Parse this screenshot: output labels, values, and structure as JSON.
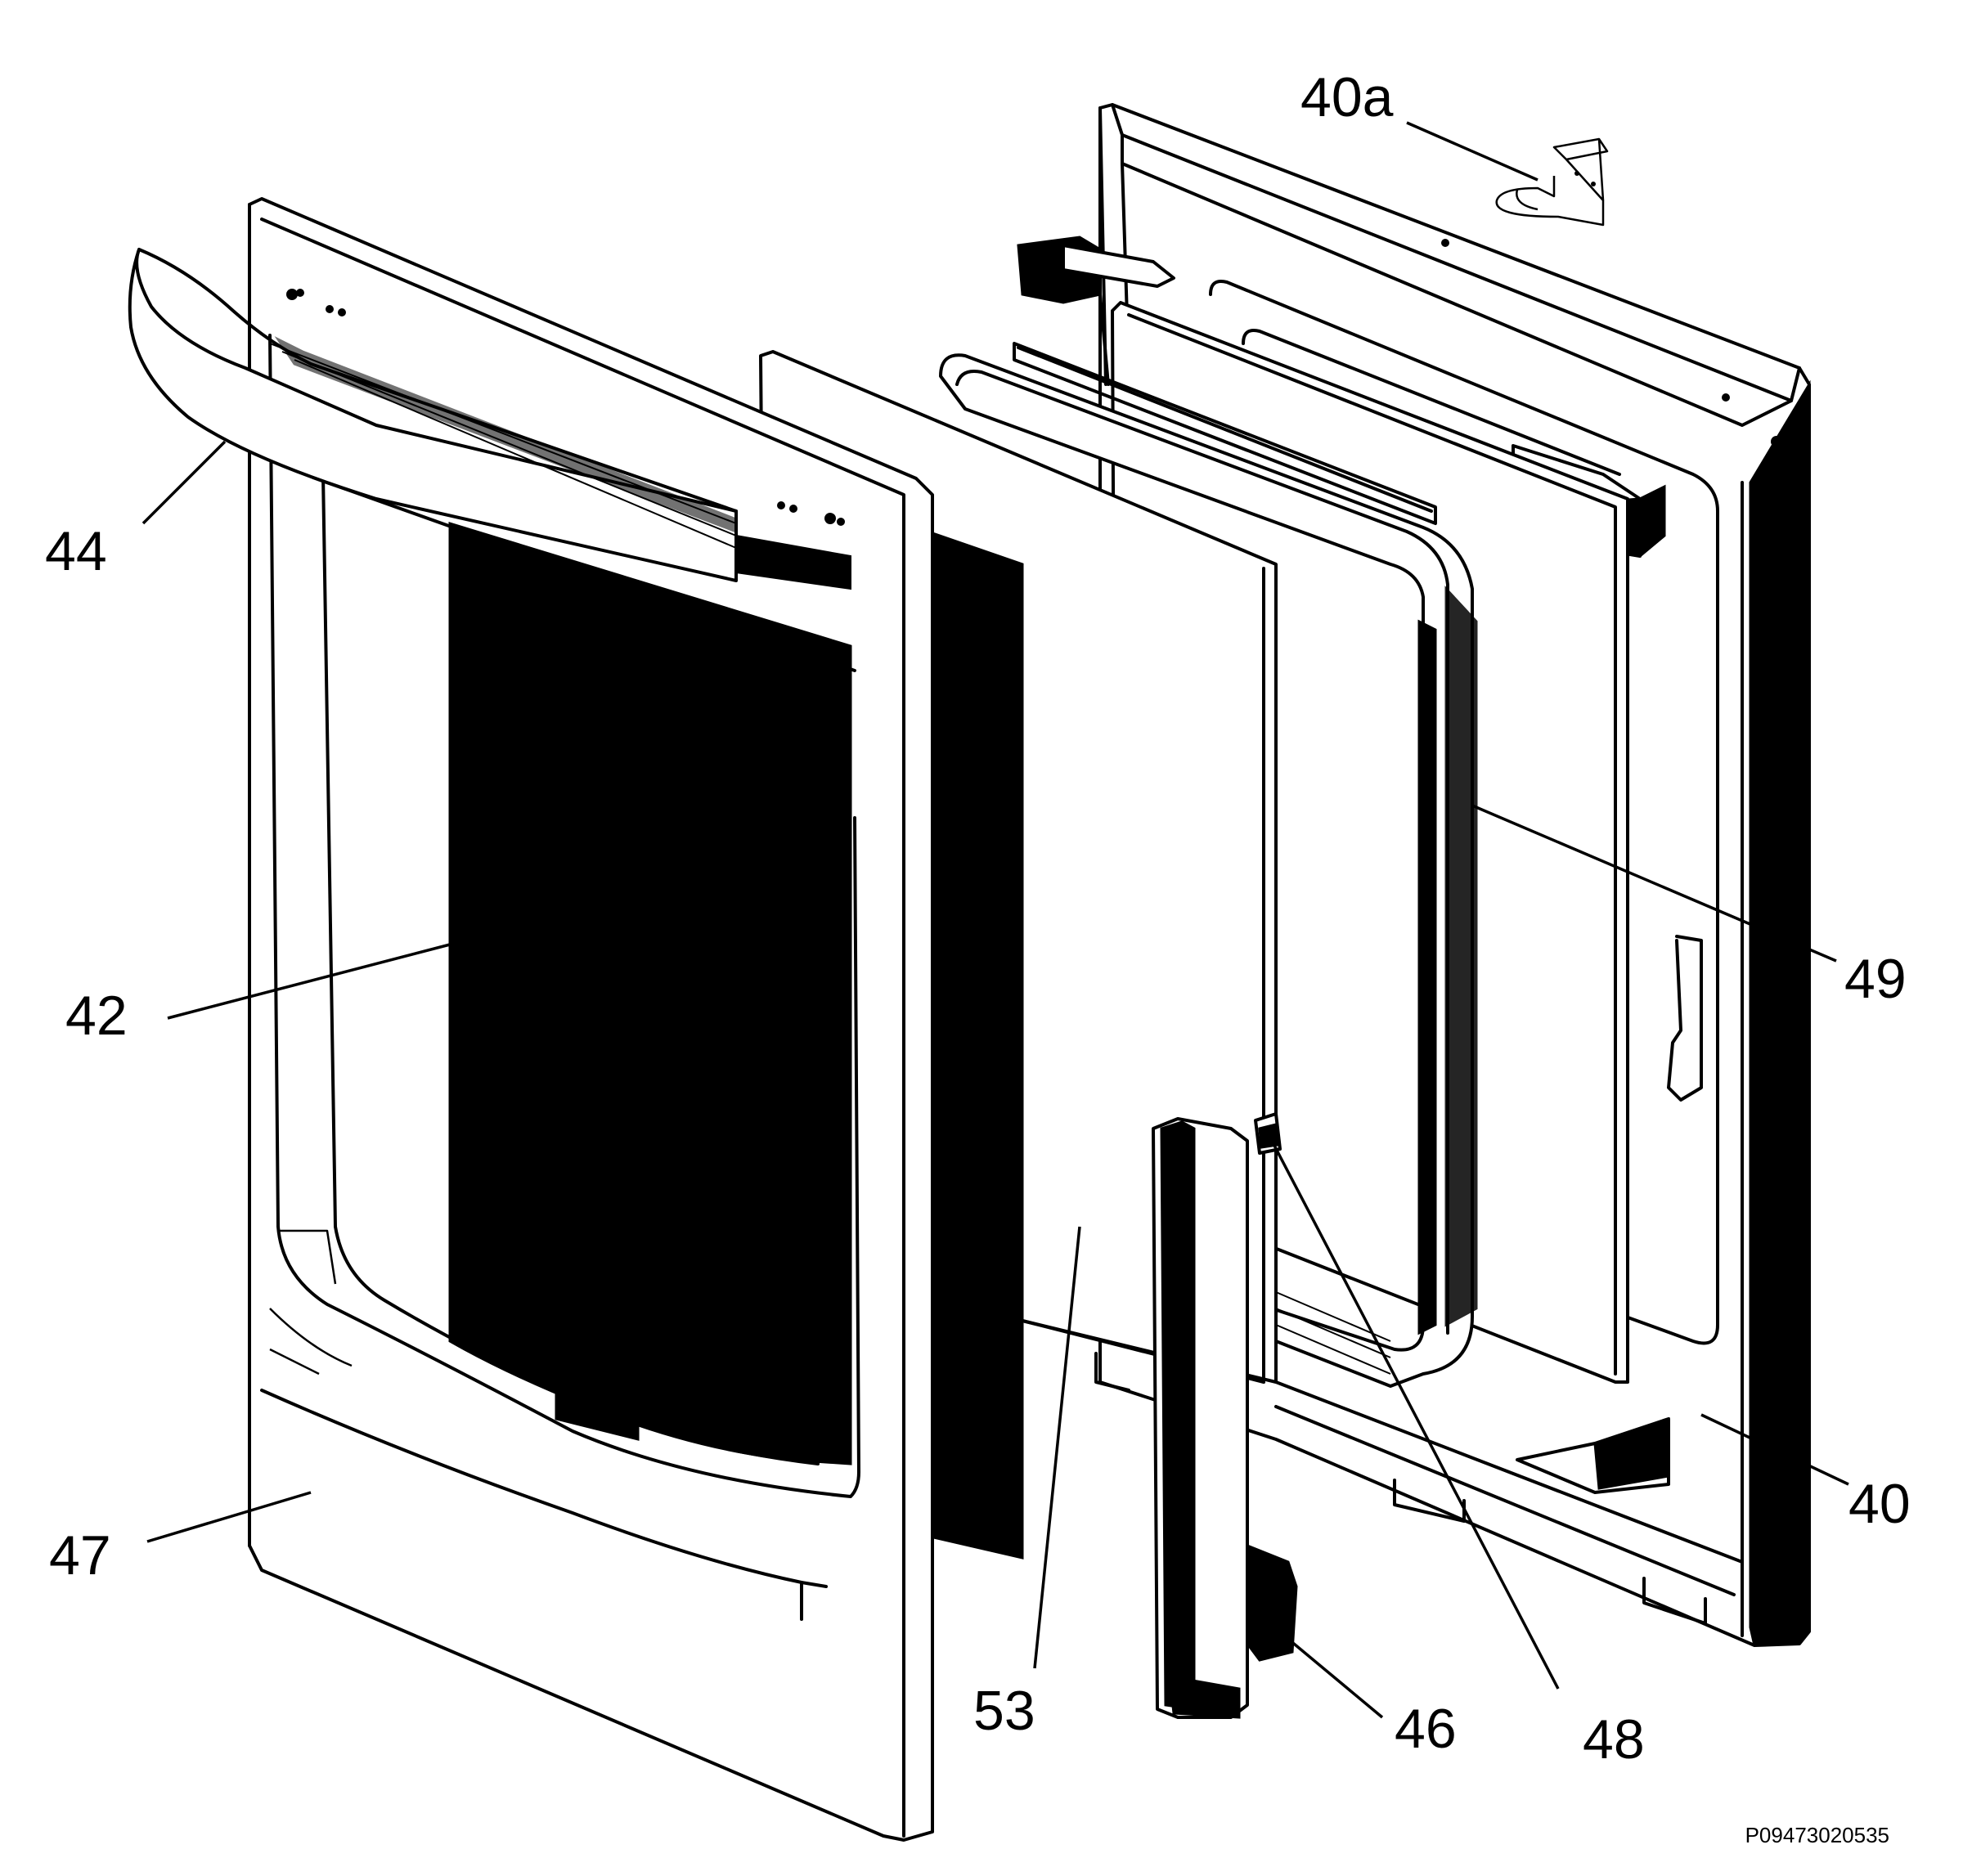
{
  "diagram": {
    "reference_code": "P09473020535",
    "parts": [
      {
        "label": "40a",
        "id": "hinge-bracket-top"
      },
      {
        "label": "44",
        "id": "door-handle"
      },
      {
        "label": "42",
        "id": "door-glass-front"
      },
      {
        "label": "47",
        "id": "door-front-panel"
      },
      {
        "label": "53",
        "id": "door-glass-middle"
      },
      {
        "label": "46",
        "id": "door-side-profile"
      },
      {
        "label": "48",
        "id": "door-clip"
      },
      {
        "label": "49",
        "id": "door-glass-inner"
      },
      {
        "label": "40",
        "id": "door-inner-frame"
      }
    ]
  }
}
